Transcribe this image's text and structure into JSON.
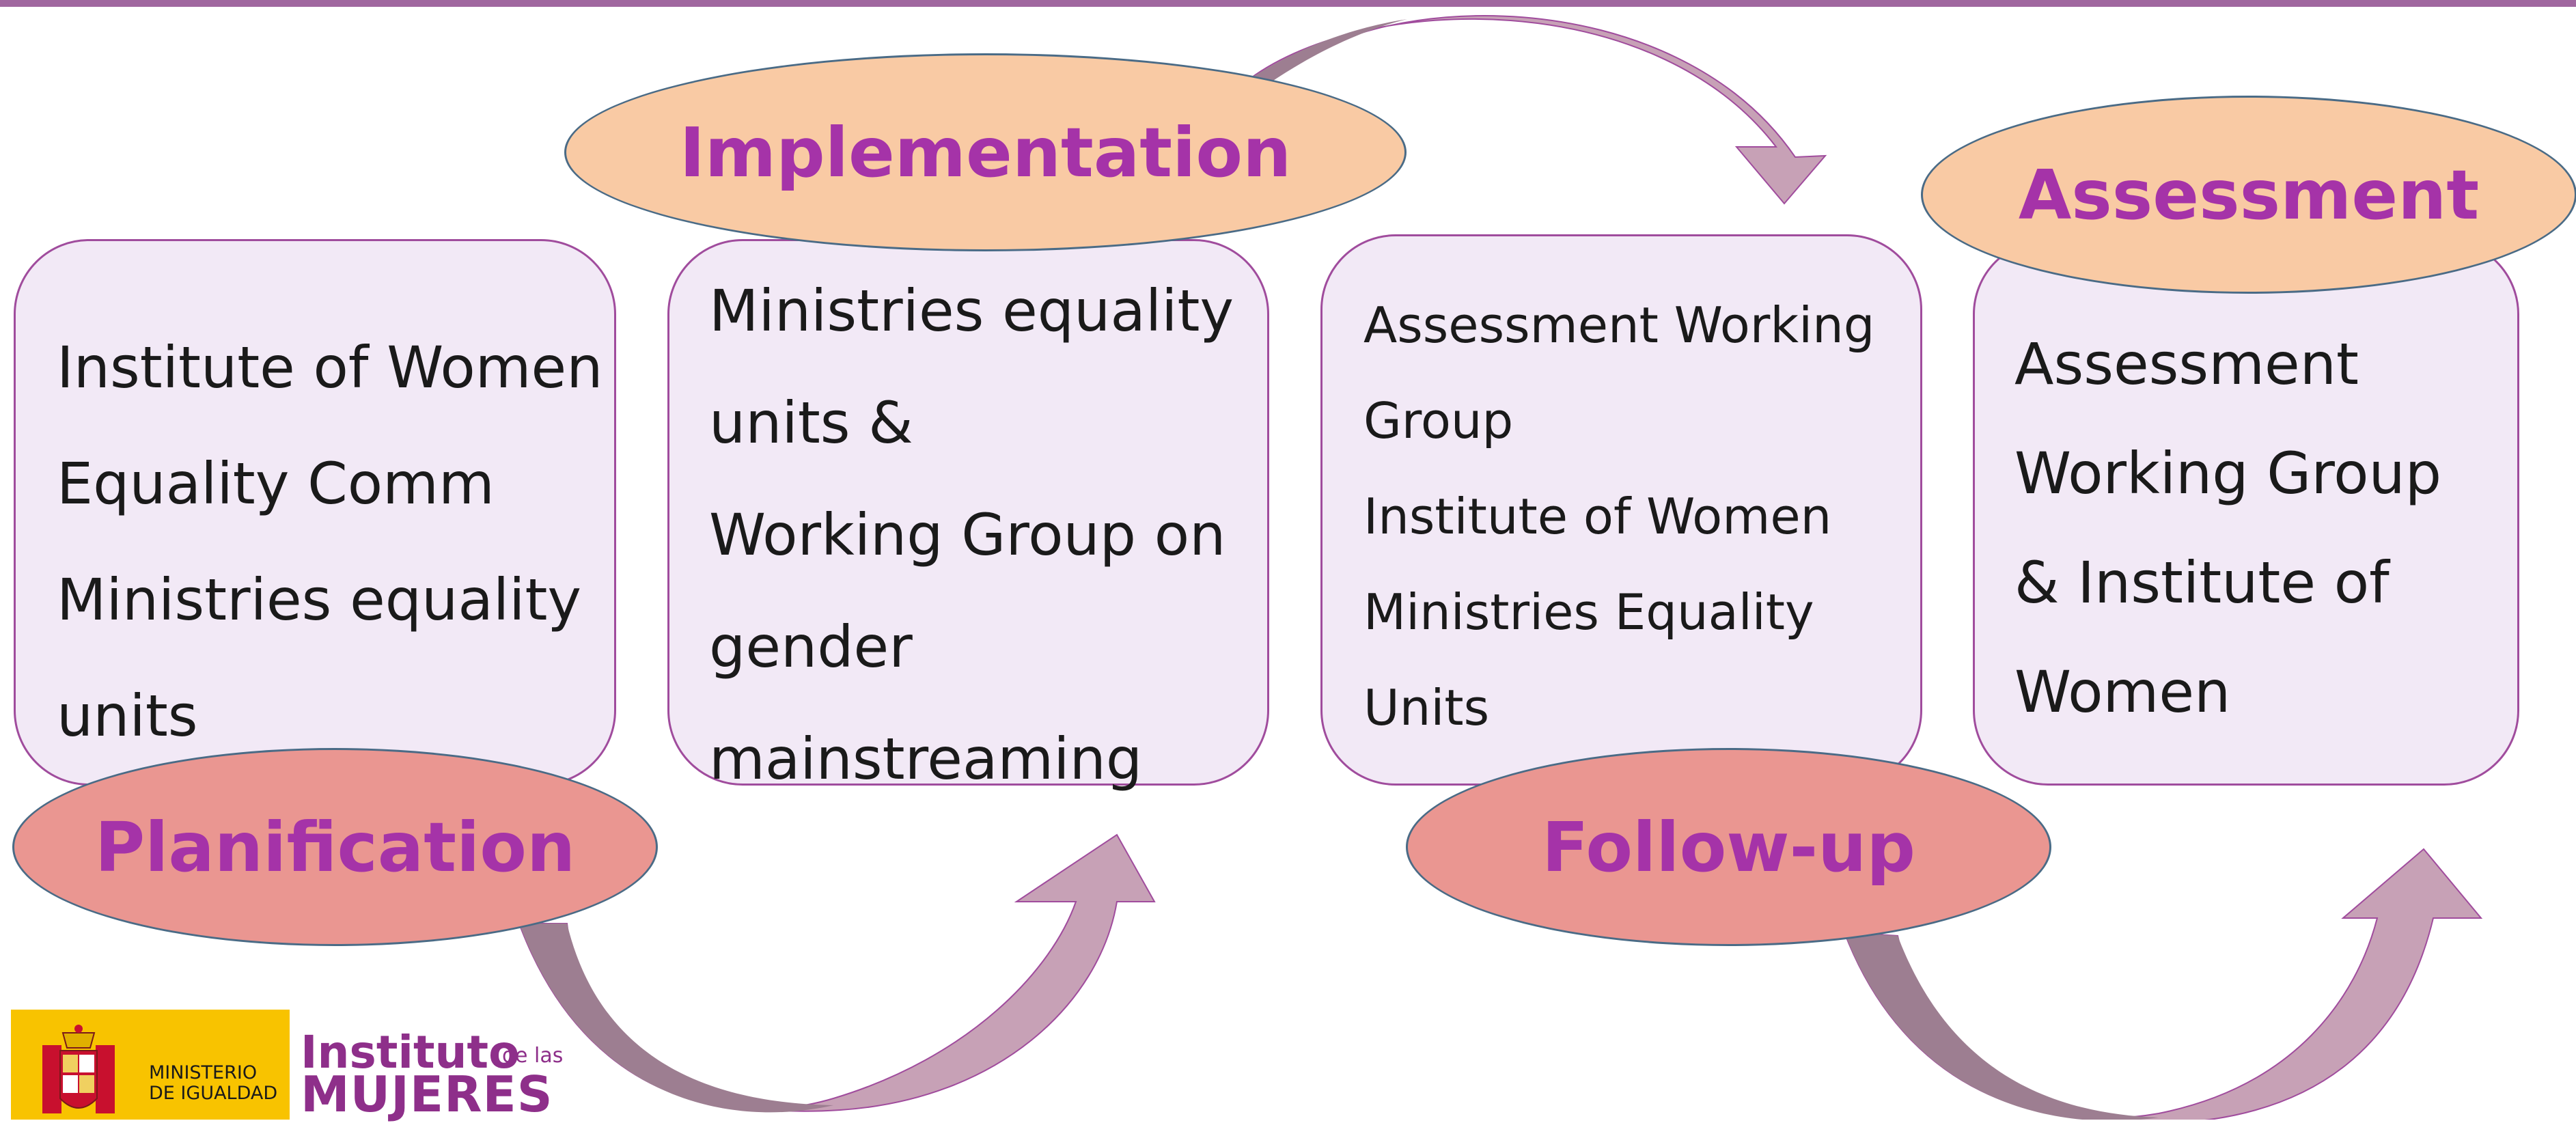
{
  "stages": {
    "implementation": "Implementation",
    "assessment": "Assessment",
    "planification": "Planification",
    "followup": "Follow-up"
  },
  "cards": {
    "planification": [
      "Institute of Women",
      "Equality Comm",
      "Ministries equality",
      "units"
    ],
    "implementation": [
      "Ministries equality",
      "units &",
      "Working Group on",
      "gender",
      "mainstreaming"
    ],
    "followup": [
      "Assessment Working",
      "Group",
      "Institute of Women",
      "Ministries Equality",
      "Units"
    ],
    "assessment": [
      "Assessment",
      "Working Group",
      "& Institute of",
      "Women"
    ]
  },
  "logo": {
    "ministry_line1": "MINISTERIO",
    "ministry_line2": "DE IGUALDAD",
    "institute_word": "Instituto",
    "institute_small": "de las",
    "institute_name": "MUJERES"
  },
  "colors": {
    "topbar": "#a0679f",
    "card_fill": "#f2e9f6",
    "card_border": "#a04c9d",
    "oval_peach": "#f9caa4",
    "oval_rose": "#ea9691",
    "oval_text": "#a533a8",
    "arrow_fill": "#c7a1b6",
    "arrow_shade": "#9d7e91",
    "logo_yellow": "#f8c300",
    "logo_purple": "#8e2f8a"
  }
}
